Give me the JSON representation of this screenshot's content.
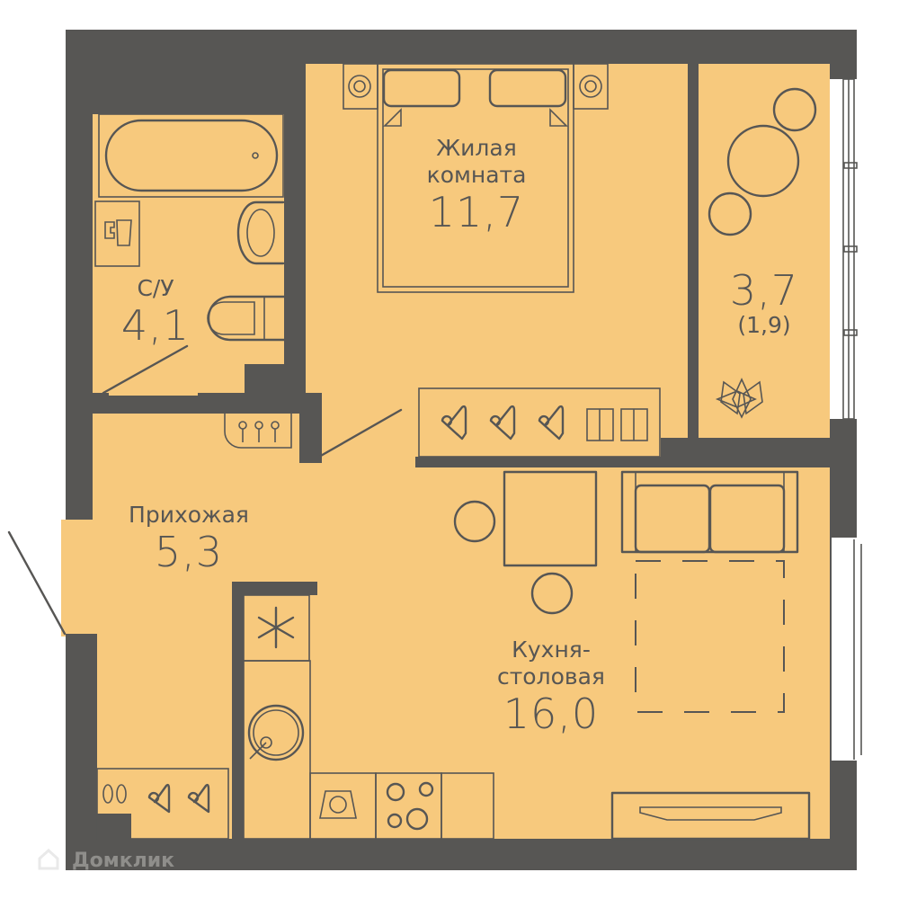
{
  "plan": {
    "colors": {
      "wall": "#575654",
      "floor": "#F7C97D",
      "window": "#ffffff"
    },
    "rooms": [
      {
        "id": "living-room",
        "name_line1": "Жилая",
        "name_line2": "комната",
        "area": "11,7"
      },
      {
        "id": "bathroom",
        "name": "С/У",
        "area": "4,1"
      },
      {
        "id": "balcony",
        "area": "3,7",
        "area_reduced": "(1,9)"
      },
      {
        "id": "hallway",
        "name": "Прихожая",
        "area": "5,3"
      },
      {
        "id": "kitchen-dining",
        "name_line1": "Кухня-",
        "name_line2": "столовая",
        "area": "16,0"
      }
    ],
    "furniture_icons": [
      "bed-icon",
      "nightstand-icon",
      "bathtub-icon",
      "washing-machine-icon",
      "sink-icon",
      "toilet-icon",
      "key-hooks-icon",
      "wardrobe-hangers-icon",
      "shirts-icon",
      "round-table-icon",
      "chair-icon",
      "plant-icon",
      "dining-table-icon",
      "sofa-icon",
      "fridge-icon",
      "cooktop-icon",
      "dishwasher-icon",
      "tv-stand-icon",
      "shoe-rack-icon",
      "entrance-door-icon"
    ]
  },
  "watermark": {
    "text": "Домклик"
  }
}
